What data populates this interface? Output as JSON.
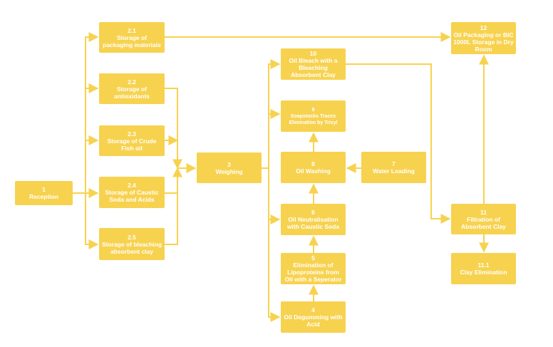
{
  "colors": {
    "box": "#F7D24F",
    "line": "#F7D24F",
    "text": "#ffffff"
  },
  "nodes": [
    {
      "id": "1",
      "number": "1",
      "label": "Reception"
    },
    {
      "id": "2_1",
      "number": "2.1",
      "label": "Storage of packaging materials"
    },
    {
      "id": "2_2",
      "number": "2.2",
      "label": "Storage of antioxidants"
    },
    {
      "id": "2_3",
      "number": "2.3",
      "label": "Storage of Crude Fish oil"
    },
    {
      "id": "2_4",
      "number": "2.4",
      "label": "Storage of Caustic Soda and Acids"
    },
    {
      "id": "2_5",
      "number": "2.5",
      "label": "Storage of bleaching absorbent clay"
    },
    {
      "id": "3",
      "number": "3",
      "label": "Weighing"
    },
    {
      "id": "4",
      "number": "4",
      "label": "Oil Degumming with Acid"
    },
    {
      "id": "5",
      "number": "5",
      "label": "Elimination of Lipoproteins from Oil with a Seperator"
    },
    {
      "id": "6",
      "number": "6",
      "label": "Oil Neutralisation with Caustic Soda"
    },
    {
      "id": "7",
      "number": "7",
      "label": "Water Loading"
    },
    {
      "id": "8",
      "number": "8",
      "label": "Oil Washing"
    },
    {
      "id": "9",
      "number": "9",
      "label": "Soapstocks Traces Elimination by Trisyl"
    },
    {
      "id": "10",
      "number": "10",
      "label": "Oil Bleach with a Bleaching Absorbent Clay"
    },
    {
      "id": "11",
      "number": "11",
      "label": "Filtration of Absorbent Clay"
    },
    {
      "id": "11_1",
      "number": "11.1",
      "label": "Clay Elimination"
    },
    {
      "id": "12",
      "number": "12",
      "label": "Oil Packaging or BIC 1000L Storage in Dry Room"
    }
  ],
  "edges": [
    {
      "from": "1",
      "to": "2_1"
    },
    {
      "from": "1",
      "to": "2_2"
    },
    {
      "from": "1",
      "to": "2_3"
    },
    {
      "from": "1",
      "to": "2_4"
    },
    {
      "from": "1",
      "to": "2_5"
    },
    {
      "from": "2_1",
      "to": "12"
    },
    {
      "from": "2_2",
      "to": "3"
    },
    {
      "from": "2_3",
      "to": "3"
    },
    {
      "from": "2_4",
      "to": "3"
    },
    {
      "from": "2_5",
      "to": "3"
    },
    {
      "from": "3",
      "to": "4"
    },
    {
      "from": "3",
      "to": "6"
    },
    {
      "from": "3",
      "to": "9"
    },
    {
      "from": "3",
      "to": "10"
    },
    {
      "from": "4",
      "to": "5"
    },
    {
      "from": "5",
      "to": "6"
    },
    {
      "from": "6",
      "to": "8"
    },
    {
      "from": "7",
      "to": "8"
    },
    {
      "from": "8",
      "to": "9"
    },
    {
      "from": "10",
      "to": "11"
    },
    {
      "from": "11",
      "to": "11_1"
    },
    {
      "from": "11",
      "to": "12"
    }
  ]
}
